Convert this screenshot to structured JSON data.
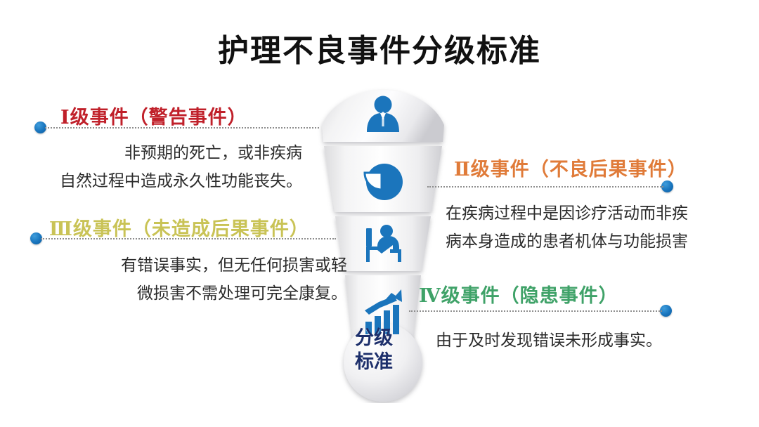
{
  "page": {
    "title": "护理不良事件分级标准",
    "background_color": "#ffffff"
  },
  "center_badge": {
    "line1": "分级",
    "line2": "标准",
    "color": "#1d2f6b"
  },
  "colors": {
    "level1": "#c0202a",
    "level2": "#e07b39",
    "level3": "#c9c356",
    "level4": "#3fa268",
    "bullet": "#1874bd",
    "icon": "#1b75bc",
    "body_text": "#2b2b2b",
    "dotted_line": "#8d8d8d"
  },
  "levels": [
    {
      "id": "level-1",
      "side": "left",
      "heading": "Ⅰ级事件（警告事件）",
      "color": "#c0202a",
      "body_lines": [
        "非预期的死亡，或非疾病",
        "自然过程中造成永久性功能丧失。"
      ],
      "icon": "businessman-icon"
    },
    {
      "id": "level-2",
      "side": "right",
      "heading": "Ⅱ级事件（不良后果事件）",
      "color": "#e07b39",
      "body_lines": [
        "在疾病过程中是因诊疗活动而非疾",
        "病本身造成的患者机体与功能损害"
      ],
      "icon": "pie-chart-icon"
    },
    {
      "id": "level-3",
      "side": "left",
      "heading": "Ⅲ级事件（未造成后果事件）",
      "color": "#c9c356",
      "body_lines": [
        "有错误事实，但无任何损害或轻",
        "微损害不需处理可完全康复。"
      ],
      "icon": "presenter-icon"
    },
    {
      "id": "level-4",
      "side": "right",
      "heading": "Ⅳ级事件（隐患事件）",
      "color": "#3fa268",
      "body_lines": [
        "由于及时发现错误未形成事实。"
      ],
      "icon": "bar-chart-growth-icon"
    }
  ]
}
